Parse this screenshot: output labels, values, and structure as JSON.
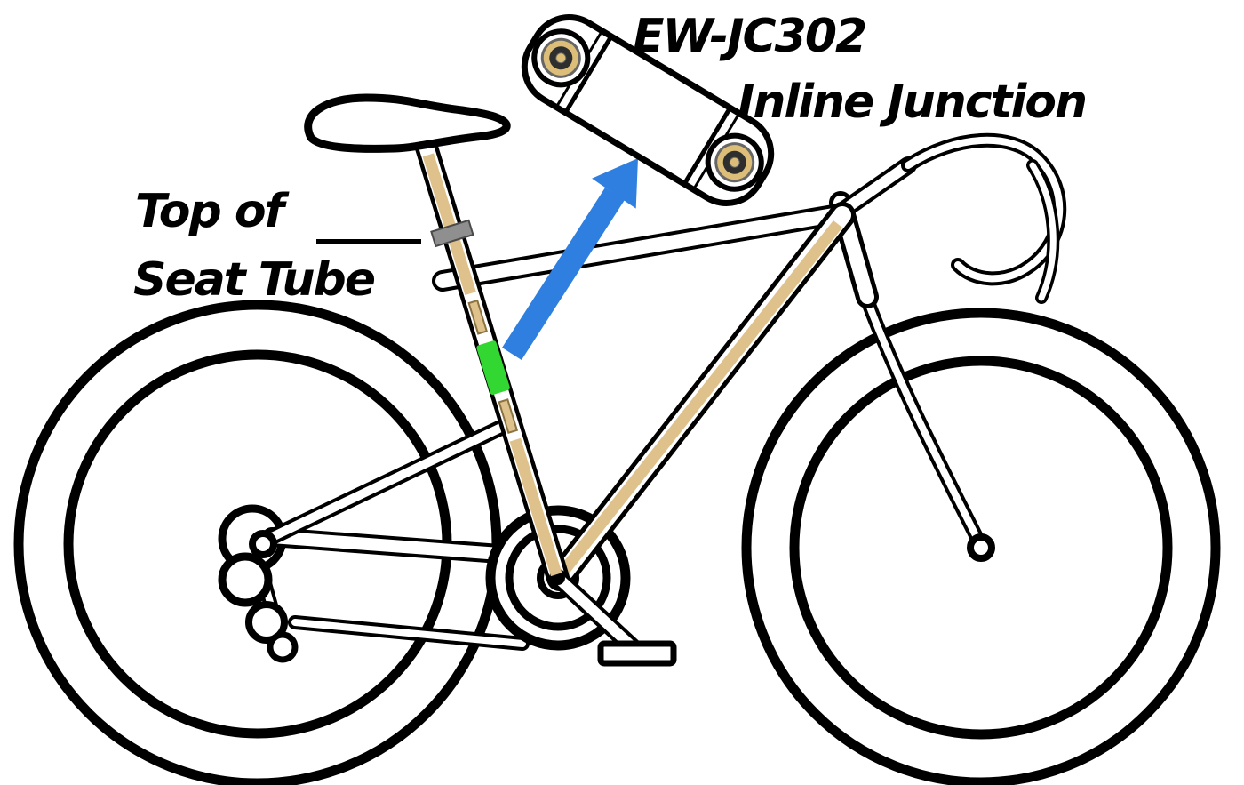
{
  "diagram": {
    "product_code": "EW-JC302",
    "product_name": "Inline Junction",
    "seat_tube_label_line1": "Top of",
    "seat_tube_label_line2": "Seat Tube",
    "colors": {
      "arrow_blue": "#2E7FE0",
      "cable_tan": "#DFC18C",
      "connector_tan_edge": "#8A7340",
      "highlight_green": "#32D732",
      "marker_gray": "#8F8F8F",
      "connector_gold": "#DDBE78",
      "outline_black": "#000000",
      "background": "#FFFFFF"
    }
  }
}
